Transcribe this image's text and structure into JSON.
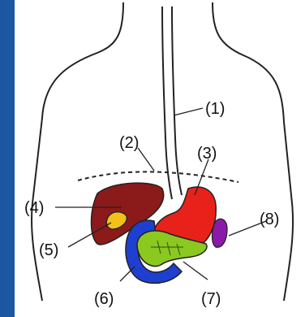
{
  "diagram": {
    "colors": {
      "background": "#1f5fa8",
      "panel": "#ffffff",
      "liver": "#8b1a1a",
      "gallbladder": "#f2c21a",
      "stomach": "#e8221b",
      "duodenum": "#1f3fd0",
      "pancreas": "#8bc820",
      "spleen": "#8a1aa8",
      "outline": "#222222"
    },
    "labels": [
      "(1)",
      "(2)",
      "(3)",
      "(4)",
      "(5)",
      "(6)",
      "(7)",
      "(8)"
    ]
  }
}
